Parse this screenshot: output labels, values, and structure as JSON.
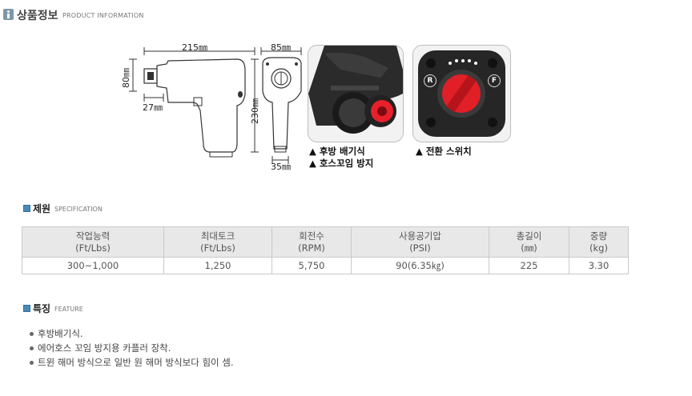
{
  "header": {
    "title": "상품정보",
    "subtitle": "PRODUCT INFORMATION"
  },
  "diagram": {
    "dim_length": "215㎜",
    "dim_height": "80㎜",
    "dim_anvil": "27㎜",
    "dim_width": "85㎜",
    "dim_total_height": "230㎜",
    "dim_base": "35㎜"
  },
  "photos": {
    "captions_left": [
      "▲ 후방 배기식",
      "▲ 호스꼬임 방지"
    ],
    "caption_right": "▲ 전환 스위치",
    "switch_left_letter": "R",
    "switch_right_letter": "F"
  },
  "spec": {
    "title": "제원",
    "subtitle": "SPECIFICATION",
    "headers": [
      [
        "작업능력",
        "(Ft/Lbs)"
      ],
      [
        "최대토크",
        "(Ft/Lbs)"
      ],
      [
        "회전수",
        "(RPM)"
      ],
      [
        "사용공기압",
        "(PSI)"
      ],
      [
        "총길이",
        "(㎜)"
      ],
      [
        "중량",
        "(kg)"
      ]
    ],
    "values": [
      "300~1,000",
      "1,250",
      "5,750",
      "90(6.35㎏)",
      "225",
      "3.30"
    ]
  },
  "features": {
    "title": "특징",
    "subtitle": "FEATURE",
    "items": [
      "후방배기식.",
      "에어호스 꼬임 방지용 카플러 장착.",
      "트윈 해머 방식으로 일반 원 해머 방식보다 힘이 셈."
    ]
  }
}
